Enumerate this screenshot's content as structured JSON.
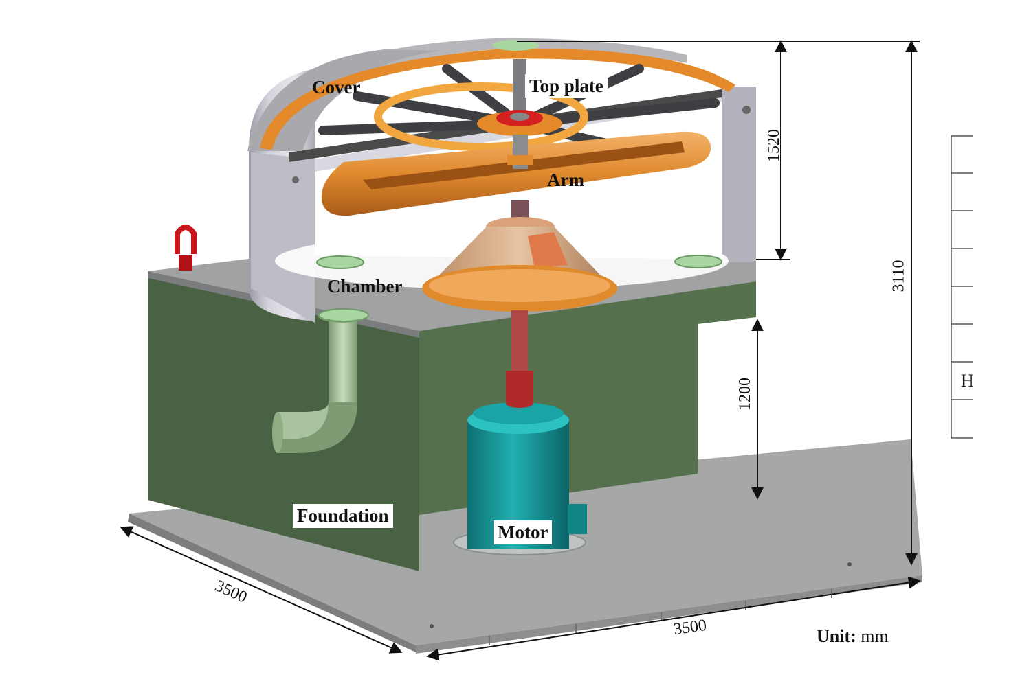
{
  "labels": {
    "cover": "Cover",
    "top_plate": "Top plate",
    "arm": "Arm",
    "chamber": "Chamber",
    "foundation": "Foundation",
    "motor": "Motor"
  },
  "dimensions": {
    "upper_height": "1520",
    "total_height": "3110",
    "foundation_height": "1200",
    "depth": "3500",
    "width": "3500"
  },
  "unit": {
    "label": "Unit:",
    "value": "mm"
  },
  "side_table": {
    "visible_cell": "H"
  },
  "colors": {
    "foundation_green": "#4e6447",
    "foundation_top": "#7f9a76",
    "base_plate": "#a6a8a8",
    "chamber_wall": "#b9b9c2",
    "orange_parts": "#e08a2e",
    "motor_teal": "#1a9a9a",
    "shaft_red": "#b02a2a"
  }
}
